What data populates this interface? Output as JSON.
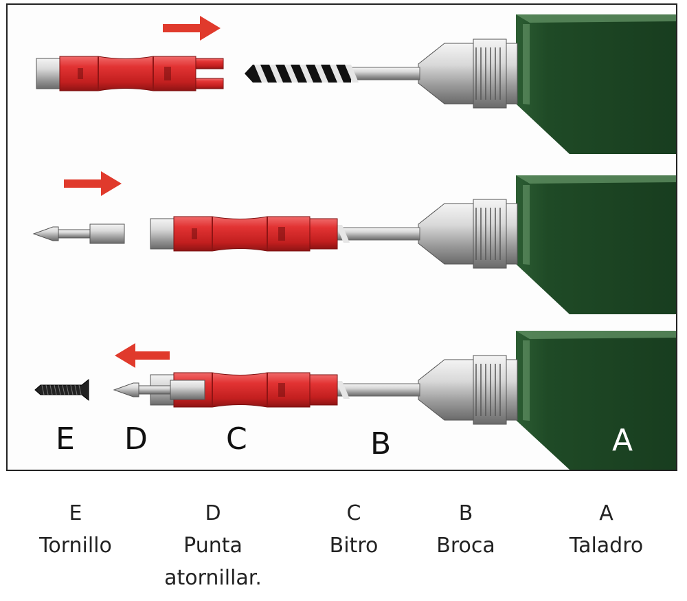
{
  "diagram": {
    "colors": {
      "drill_body": "#1f4a26",
      "drill_stripe": "#5f8f62",
      "bitro_red": "#dd2b2b",
      "chrome": "#c8c8c8",
      "arrow": "#e03a2c"
    },
    "panel_labels": {
      "e": "E",
      "d": "D",
      "c": "C",
      "b": "B",
      "a": "A"
    },
    "legend": [
      {
        "letter": "E",
        "name": "Tornillo"
      },
      {
        "letter": "D",
        "name": "Punta atornillar."
      },
      {
        "letter": "C",
        "name": "Bitro"
      },
      {
        "letter": "B",
        "name": "Broca"
      },
      {
        "letter": "A",
        "name": "Taladro"
      }
    ]
  }
}
